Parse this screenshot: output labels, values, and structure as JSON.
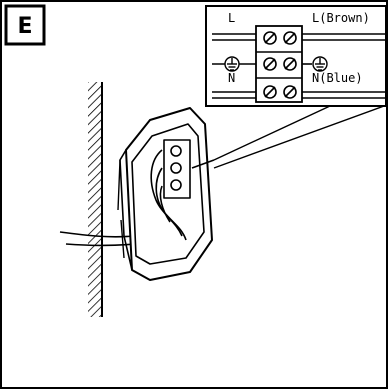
{
  "step": {
    "letter": "E"
  },
  "wiring": {
    "left_live": "L",
    "left_neutral": "N",
    "right_live": "L(Brown)",
    "right_neutral": "N(Blue)"
  },
  "icons": {
    "earth": "earth-symbol-icon",
    "screw": "terminal-screw-icon"
  },
  "colors": {
    "line": "#000000",
    "background": "#ffffff"
  }
}
